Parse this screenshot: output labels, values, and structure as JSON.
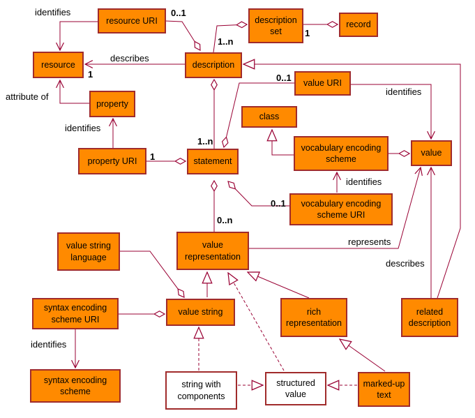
{
  "diagram": {
    "kind": "UML class diagram",
    "colors": {
      "node_fill": "#FF8A00",
      "node_border": "#A02B2B",
      "line": "#990033",
      "text": "#000000",
      "background": "#FFFFFF"
    }
  },
  "nodes": {
    "resource": {
      "label": "resource"
    },
    "resource_uri": {
      "label": "resource URI"
    },
    "description": {
      "label": "description"
    },
    "description_set": {
      "label": "description set"
    },
    "record": {
      "label": "record"
    },
    "property": {
      "label": "property"
    },
    "property_uri": {
      "label": "property URI"
    },
    "statement": {
      "label": "statement"
    },
    "class": {
      "label": "class"
    },
    "value_uri": {
      "label": "value URI"
    },
    "vocab_scheme": {
      "label": "vocabulary encoding scheme"
    },
    "vocab_scheme_uri": {
      "label": "vocabulary encoding scheme URI"
    },
    "value": {
      "label": "value"
    },
    "value_representation": {
      "label": "value representation"
    },
    "value_string_language": {
      "label": "value string language"
    },
    "value_string": {
      "label": "value string"
    },
    "syntax_scheme_uri": {
      "label": "syntax encoding scheme URI"
    },
    "syntax_scheme": {
      "label": "syntax encoding scheme"
    },
    "rich_representation": {
      "label": "rich representation"
    },
    "related_description": {
      "label": "related description"
    },
    "string_with_components": {
      "label": "string with components"
    },
    "structured_value": {
      "label": "structured value"
    },
    "marked_up_text": {
      "label": "marked-up text"
    }
  },
  "labels": {
    "identifies_resource_uri": {
      "text": "identifies"
    },
    "mult_0_1_resource_uri": {
      "text": "0..1"
    },
    "describes_description": {
      "text": "describes"
    },
    "mult_1_resource": {
      "text": "1"
    },
    "mult_1n_description_set": {
      "text": "1..n"
    },
    "mult_1_description_set": {
      "text": "1"
    },
    "attribute_of": {
      "text": "attribute of"
    },
    "identifies_property_uri": {
      "text": "identifies"
    },
    "mult_1_property_uri": {
      "text": "1"
    },
    "mult_1n_statement": {
      "text": "1..n"
    },
    "mult_0_1_value_uri": {
      "text": "0..1"
    },
    "identifies_value_uri": {
      "text": "identifies"
    },
    "identifies_vocab_uri": {
      "text": "identifies"
    },
    "mult_0_1_vocab_uri": {
      "text": "0..1"
    },
    "mult_0n_value_rep": {
      "text": "0..n"
    },
    "represents": {
      "text": "represents"
    },
    "describes_related": {
      "text": "describes"
    },
    "identifies_syntax_uri": {
      "text": "identifies"
    }
  },
  "edges": [
    {
      "from": "resource URI",
      "to": "resource",
      "kind": "association",
      "label": "identifies"
    },
    {
      "from": "resource URI",
      "to": "description",
      "kind": "aggregation",
      "multiplicity": "0..1"
    },
    {
      "from": "description",
      "to": "resource",
      "kind": "association",
      "label": "describes",
      "multiplicity": "1"
    },
    {
      "from": "property",
      "to": "resource",
      "kind": "association",
      "label": "attribute of"
    },
    {
      "from": "property URI",
      "to": "property",
      "kind": "association",
      "label": "identifies"
    },
    {
      "from": "property URI",
      "to": "statement",
      "kind": "aggregation",
      "multiplicity": "1"
    },
    {
      "from": "statement",
      "to": "description",
      "kind": "aggregation",
      "multiplicity": "1..n"
    },
    {
      "from": "description",
      "to": "description set",
      "kind": "aggregation",
      "multiplicity": "1..n"
    },
    {
      "from": "description set",
      "to": "record",
      "kind": "aggregation",
      "multiplicity": "1"
    },
    {
      "from": "related description",
      "to": "description",
      "kind": "generalization"
    },
    {
      "from": "value URI",
      "to": "statement",
      "kind": "aggregation",
      "multiplicity": "0..1"
    },
    {
      "from": "value URI",
      "to": "value",
      "kind": "association",
      "label": "identifies"
    },
    {
      "from": "vocabulary encoding scheme",
      "to": "class",
      "kind": "generalization"
    },
    {
      "from": "vocabulary encoding scheme",
      "to": "value",
      "kind": "aggregation"
    },
    {
      "from": "vocabulary encoding scheme URI",
      "to": "vocabulary encoding scheme",
      "kind": "association",
      "label": "identifies"
    },
    {
      "from": "vocabulary encoding scheme URI",
      "to": "statement",
      "kind": "aggregation",
      "multiplicity": "0..1"
    },
    {
      "from": "value representation",
      "to": "statement",
      "kind": "aggregation",
      "multiplicity": "0..n"
    },
    {
      "from": "value representation",
      "to": "value",
      "kind": "association",
      "label": "represents"
    },
    {
      "from": "related description",
      "to": "value",
      "kind": "association",
      "label": "describes"
    },
    {
      "from": "value string language",
      "to": "value string",
      "kind": "aggregation"
    },
    {
      "from": "syntax encoding scheme URI",
      "to": "value string",
      "kind": "aggregation"
    },
    {
      "from": "syntax encoding scheme URI",
      "to": "syntax encoding scheme",
      "kind": "association",
      "label": "identifies"
    },
    {
      "from": "value string",
      "to": "value representation",
      "kind": "generalization"
    },
    {
      "from": "rich representation",
      "to": "value representation",
      "kind": "generalization"
    },
    {
      "from": "marked-up text",
      "to": "rich representation",
      "kind": "generalization"
    },
    {
      "from": "string with components",
      "to": "value string",
      "kind": "generalization-dashed"
    },
    {
      "from": "structured value",
      "to": "value representation",
      "kind": "generalization-dashed"
    },
    {
      "from": "string with components",
      "to": "structured value",
      "kind": "generalization-dashed"
    },
    {
      "from": "marked-up text",
      "to": "structured value",
      "kind": "generalization-dashed"
    }
  ]
}
